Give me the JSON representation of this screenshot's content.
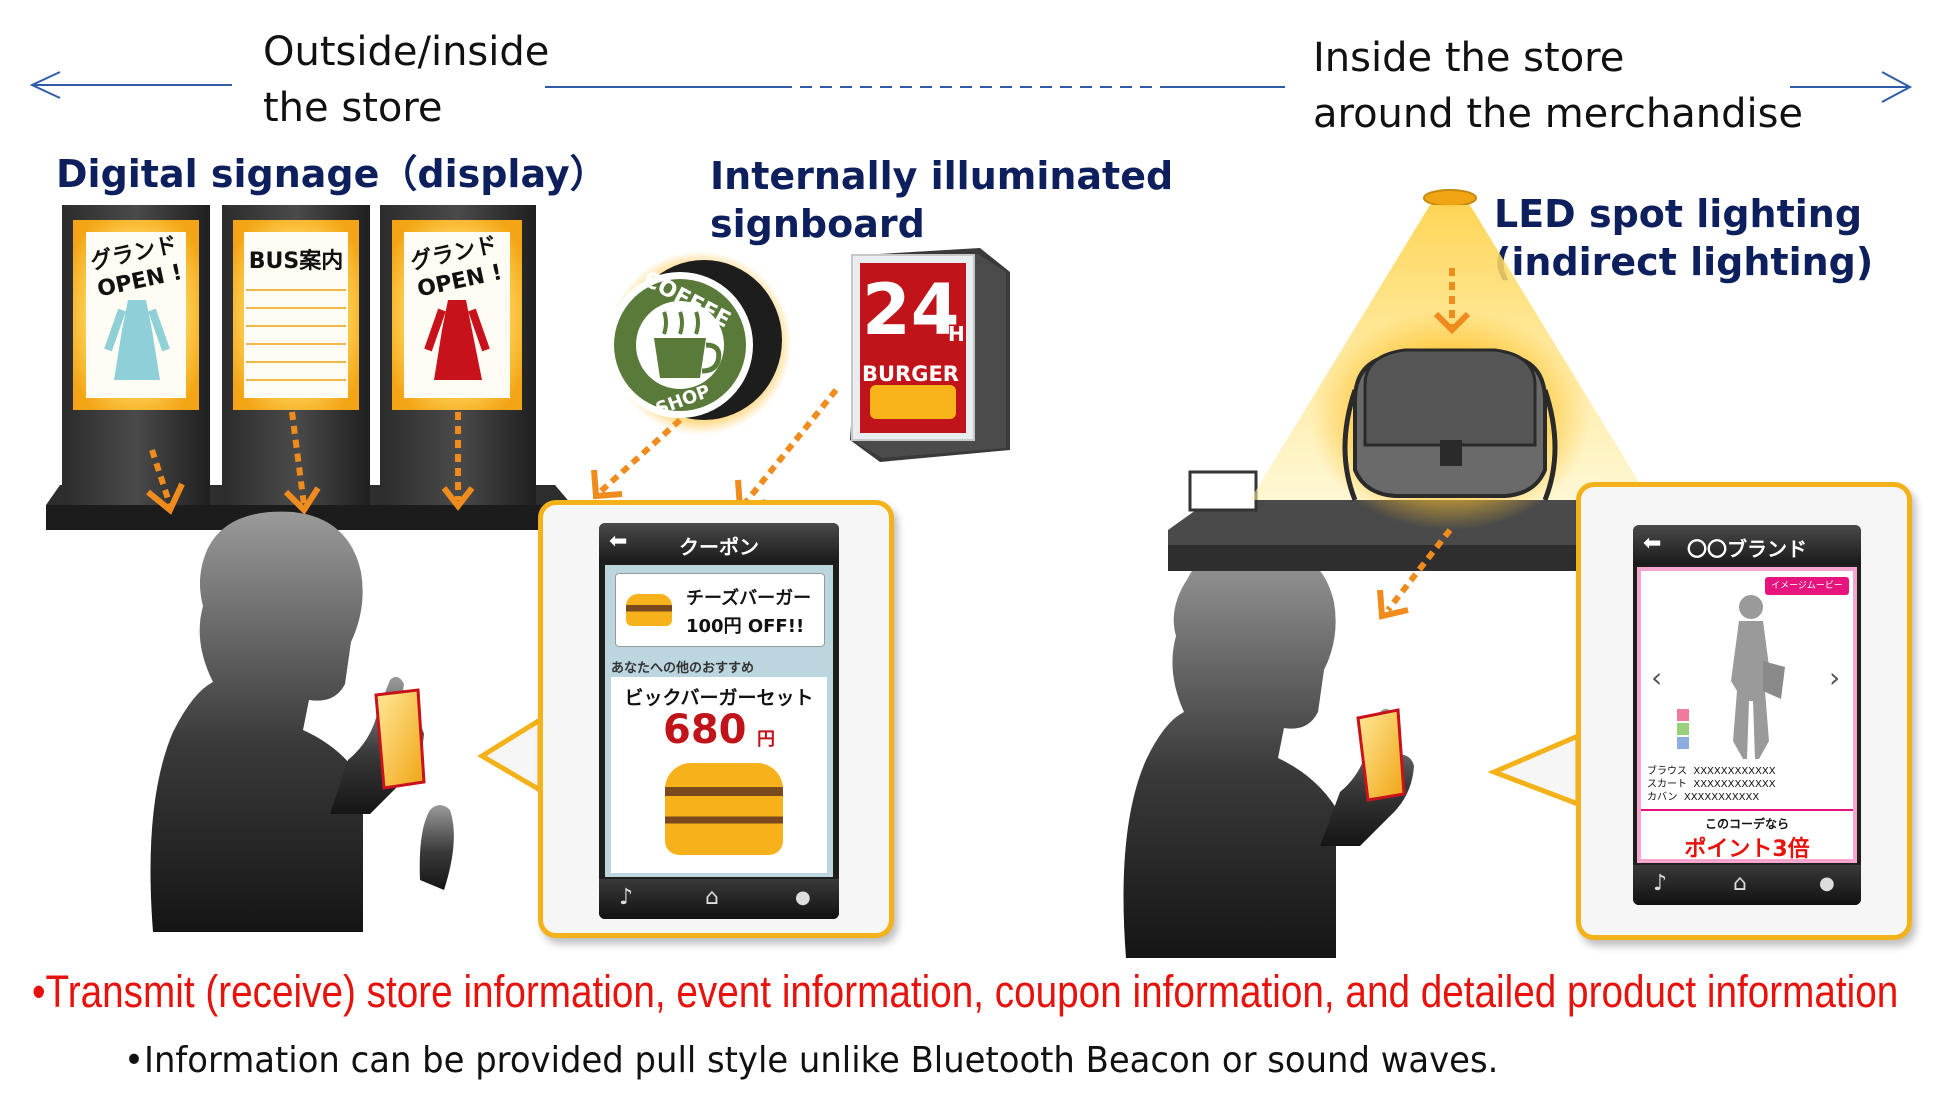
{
  "left_region": {
    "label_line1": "Outside/inside",
    "label_line2": "the store"
  },
  "right_region": {
    "label_line1": "Inside the store",
    "label_line2": "around the merchandise"
  },
  "digital_signage": {
    "title": "Digital signage（display）",
    "panel1": {
      "line1": "グランド",
      "line2": "OPEN !"
    },
    "panel2": {
      "title": "BUS案内"
    },
    "panel3": {
      "line1": "グランド",
      "line2": "OPEN !"
    }
  },
  "signboard": {
    "title_line1": "Internally illuminated",
    "title_line2": "signboard",
    "coffee_text_top": "COFFEE",
    "coffee_text_bottom": "SHOP",
    "burger_number": "24",
    "burger_hours": "H",
    "burger_word": "BURGER"
  },
  "led": {
    "title_line1": "LED spot lighting",
    "title_line2": "(indirect lighting)"
  },
  "phone_left": {
    "header": "クーポン",
    "coupon_item": "チーズバーガー",
    "coupon_discount": "100円 OFF!!",
    "recommend_label": "あなたへの他のおすすめ",
    "set_name": "ビックバーガーセット",
    "price": "680",
    "price_unit": "円"
  },
  "phone_right": {
    "header": "〇〇ブランド",
    "movie_badge": "イメージムービー",
    "items": [
      {
        "name": "ブラウス",
        "code": "XXXXXXXXXXXX"
      },
      {
        "name": "スカート",
        "code": "XXXXXXXXXXXX"
      },
      {
        "name": "カバン",
        "code": "XXXXXXXXXXX"
      }
    ],
    "promo_line1": "このコーデなら",
    "promo_line2": "ポイント3倍"
  },
  "bottom": {
    "line1": "•Transmit (receive) store information, event information, coupon information, and detailed product information",
    "line2": "•Information can be provided pull style unlike Bluetooth Beacon or sound waves."
  },
  "colors": {
    "arrow_blue": "#2e5ca8",
    "orange": "#f08c1e",
    "red": "#e8120c",
    "navy": "#0d1f5c",
    "frame_gold": "#f3b21a"
  }
}
